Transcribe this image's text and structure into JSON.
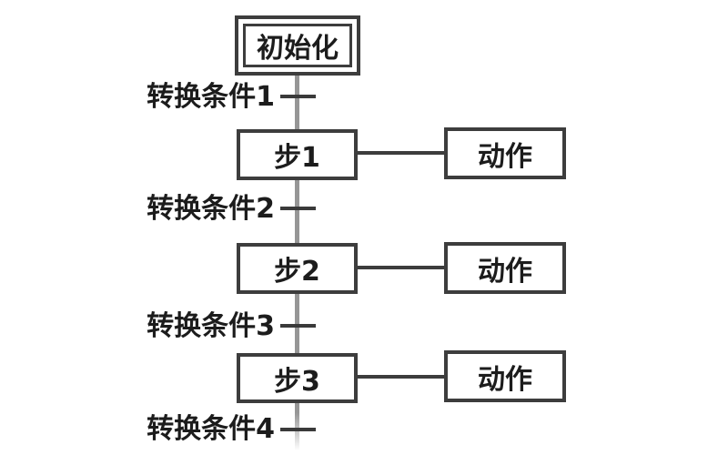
{
  "diagram": {
    "type": "sfc-flowchart",
    "description": "Sequential function chart with initial step, three steps with actions, and four transition conditions",
    "initial_step": {
      "label": "初始化"
    },
    "steps": [
      {
        "label": "步1",
        "action_label": "动作"
      },
      {
        "label": "步2",
        "action_label": "动作"
      },
      {
        "label": "步3",
        "action_label": "动作"
      }
    ],
    "transitions": [
      {
        "label": "转换条件1"
      },
      {
        "label": "转换条件2"
      },
      {
        "label": "转换条件3"
      },
      {
        "label": "转换条件4"
      }
    ],
    "colors": {
      "background": "#ffffff",
      "box_border": "#3d3d3d",
      "spine_line": "#969696",
      "tick_line": "#3a3a3a",
      "text": "#1c1c1c"
    }
  }
}
